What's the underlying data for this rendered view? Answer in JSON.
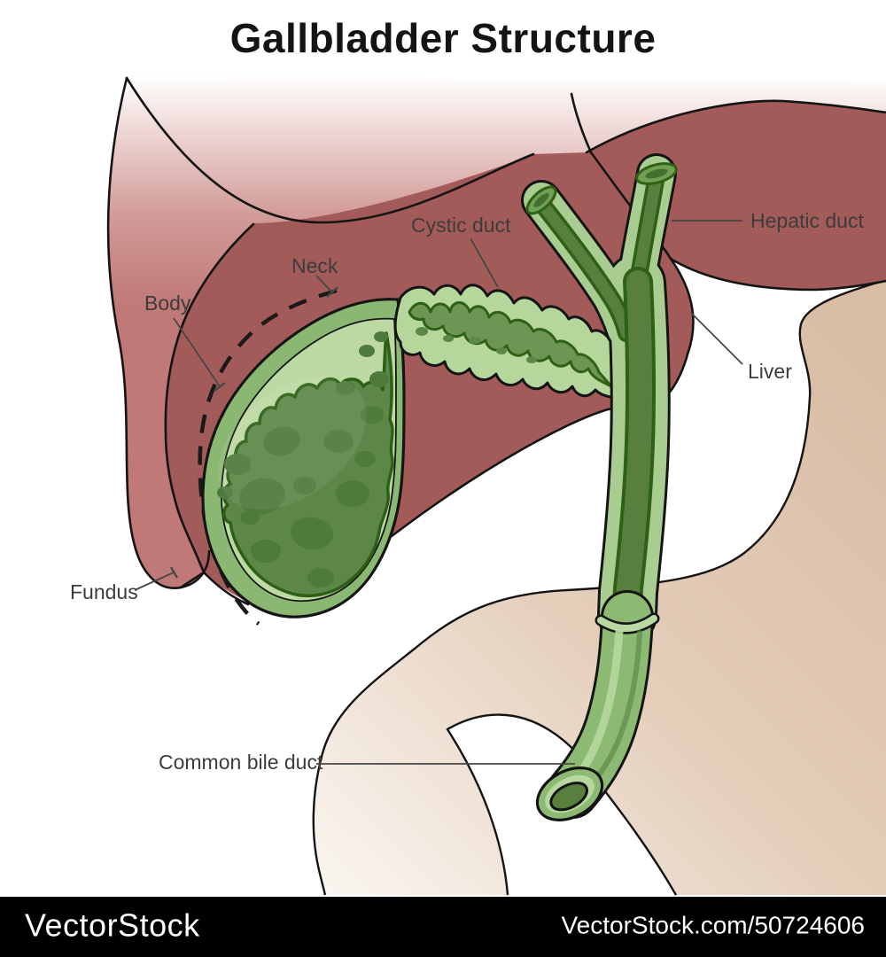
{
  "title": "Gallbladder Structure",
  "labels": {
    "cystic_duct": "Cystic duct",
    "neck": "Neck",
    "body": "Body",
    "hepatic_duct": "Hepatic duct",
    "liver": "Liver",
    "fundus": "Fundus",
    "common_bile_duct": "Common bile duct"
  },
  "watermark": {
    "left": "VectorStock",
    "right": "VectorStock.com/50724606"
  },
  "colors": {
    "liver_light": "#c07976",
    "liver_dark": "#a35b59",
    "gb_wall": "#8ab873",
    "gb_lining": "#bdd9a3",
    "gb_interior": "#5d8748",
    "gb_blob": "#4e7a3c",
    "duct_wall_light": "#a9cd90",
    "duct_lumen": "#597f3e",
    "duct_solid": "#8cba72",
    "duct_edge_dark": "#2e6015",
    "stomach_tan": "#d9bda5",
    "outline": "#141414",
    "label_text": "#3c3c3c",
    "pointer_line": "#474747",
    "footer_bg": "#000000",
    "footer_text": "#ffffff"
  }
}
